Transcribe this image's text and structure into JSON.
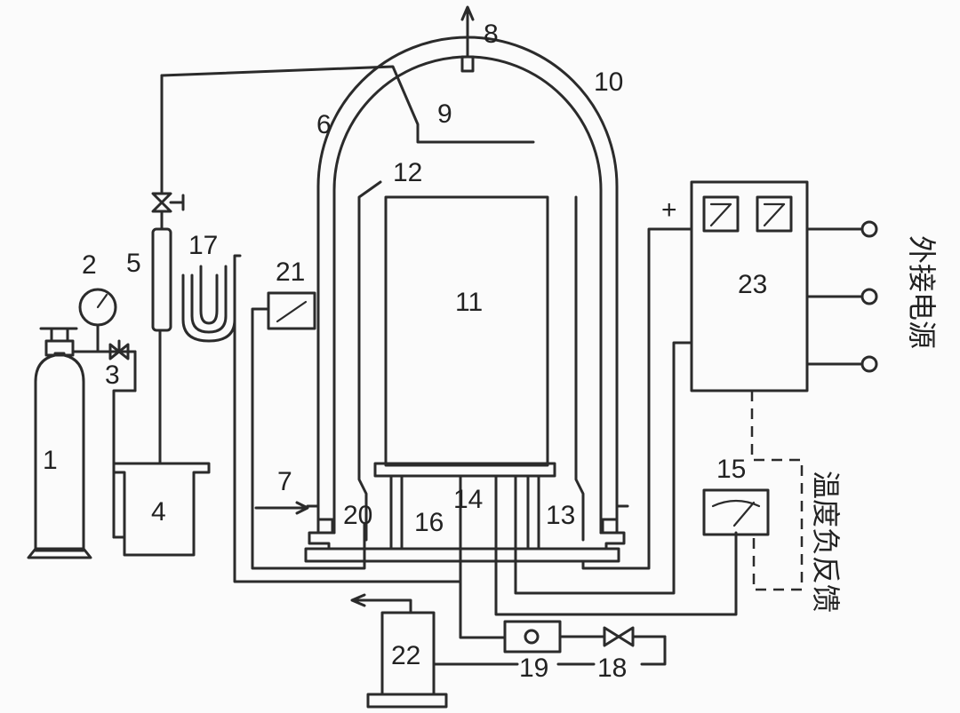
{
  "labels": {
    "n1": "1",
    "n2": "2",
    "n3": "3",
    "n4": "4",
    "n5": "5",
    "n6": "6",
    "n7": "7",
    "n8": "8",
    "n9": "9",
    "n10": "10",
    "n11": "11",
    "n12": "12",
    "n13": "13",
    "n14": "14",
    "n15": "15",
    "n16": "16",
    "n17": "17",
    "n18": "18",
    "n19": "19",
    "n20": "20",
    "n21": "21",
    "n22": "22",
    "n23": "23",
    "plus": "+"
  },
  "side_text": {
    "external_power": "外接电源",
    "temp_feedback": "温度负反馈"
  }
}
